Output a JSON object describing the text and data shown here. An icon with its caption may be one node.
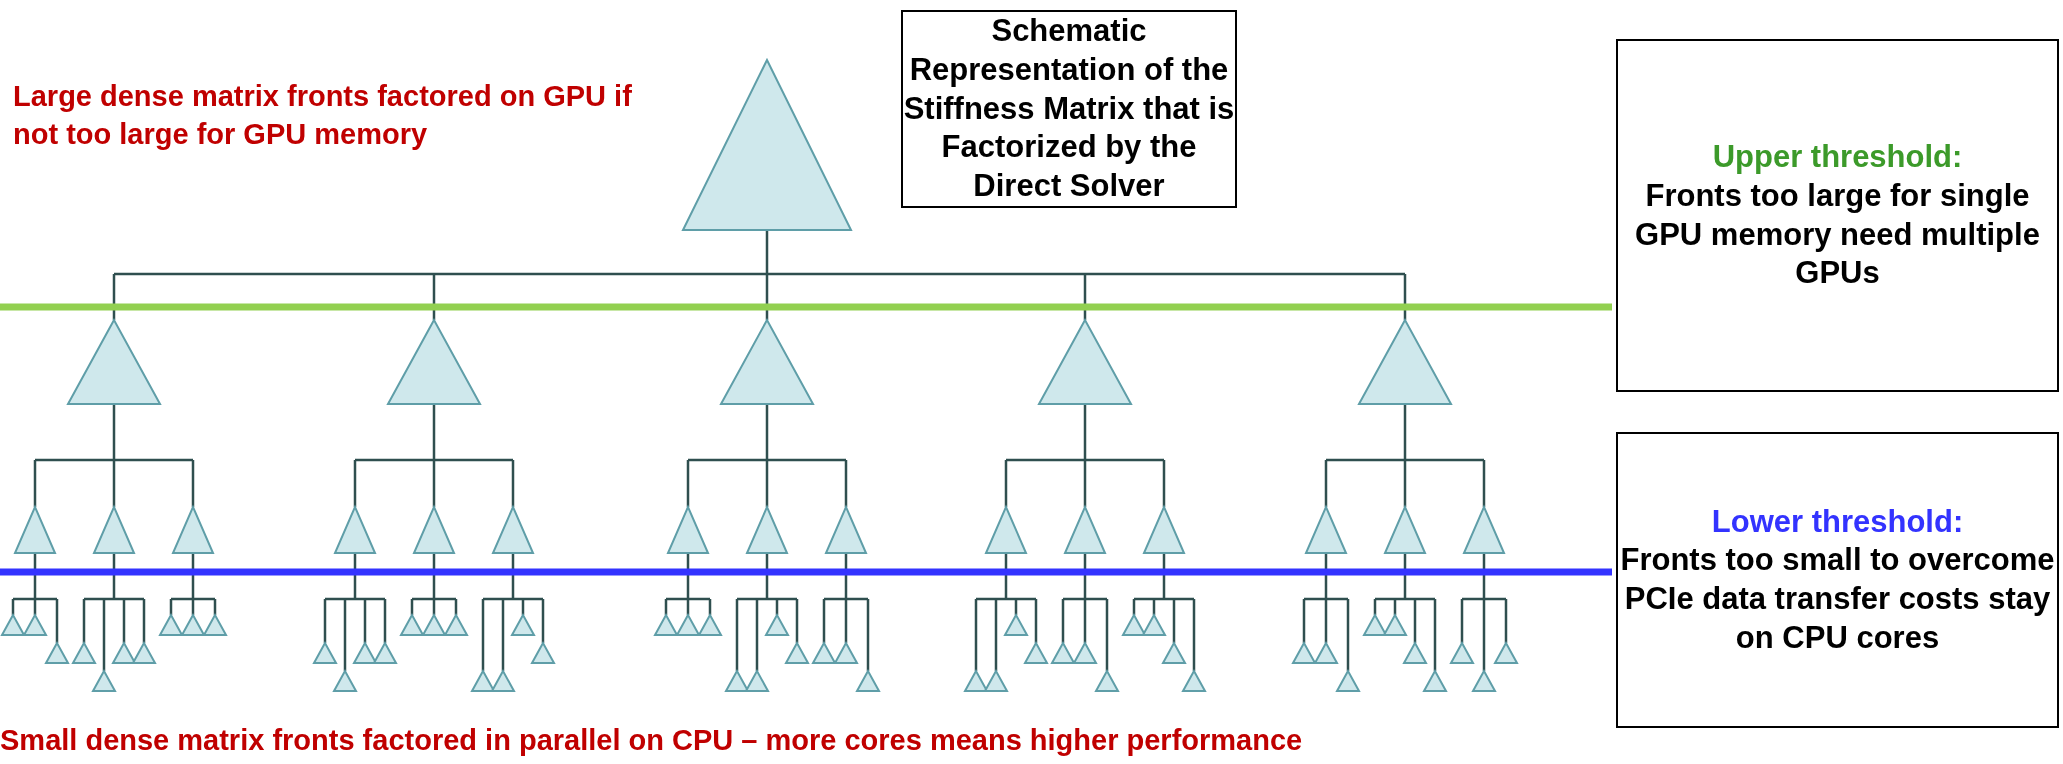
{
  "diagram": {
    "nodes": [
      {
        "text": [
          "Schematic Representation of the Stiffness Matrix that is Factorized by the Direct Solver"
        ]
      },
      {
        "text": [
          "Upper threshold:",
          "Fronts too large for single GPU memory need multiple GPUs"
        ]
      },
      {
        "text": [
          "Lower threshold:",
          "Fronts too small to overcome PCIe data transfer costs stay on CPU cores"
        ]
      }
    ],
    "edges": [],
    "labels": [
      "Large dense matrix fronts factored on GPU if not too large for GPU memory",
      "Small dense matrix fronts factored in parallel on CPU – more cores means higher performance"
    ]
  }
}
